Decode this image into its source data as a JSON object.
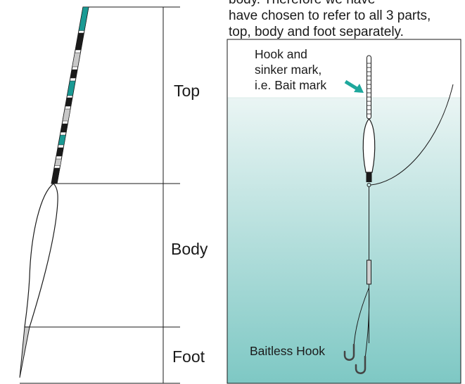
{
  "caption": {
    "line1": "body. Therefore we have",
    "line2": "have chosen to refer to all 3 parts,",
    "line3": "top, body and foot separately."
  },
  "float_parts": {
    "top": "Top",
    "body": "Body",
    "foot": "Foot"
  },
  "scene": {
    "mark_label": {
      "line1": "Hook and",
      "line2": "sinker mark,",
      "line3": "i.e. Bait mark"
    },
    "hook_label": "Baitless Hook"
  },
  "colors": {
    "teal_band": "#1a9a94",
    "light_band": "#c8c8c8",
    "dark_band": "#1a1a1a",
    "water_top": "#e8f4f3",
    "water_bottom": "#7ec9c5",
    "arrow": "#1ea89d",
    "foot_fill": "#cccccc"
  }
}
